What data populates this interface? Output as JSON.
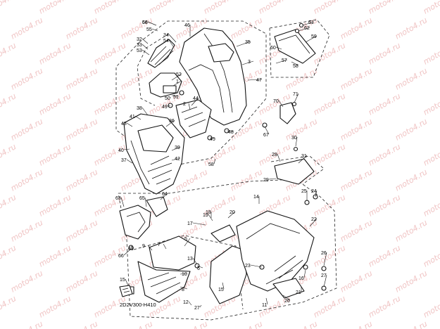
{
  "diagram": {
    "code": "2D2V300-H410",
    "watermark": "moto4.ru",
    "callouts": [
      "56",
      "55",
      "46",
      "34",
      "54",
      "35",
      "32",
      "33",
      "53",
      "52",
      "1",
      "51",
      "50",
      "49",
      "47",
      "3",
      "57",
      "61",
      "62",
      "59",
      "60",
      "58",
      "48",
      "71",
      "70",
      "67",
      "44",
      "2",
      "45",
      "38",
      "41",
      "43",
      "36",
      "39",
      "40",
      "37",
      "42",
      "58",
      "30",
      "28",
      "31",
      "29",
      "25",
      "24",
      "64",
      "63",
      "65",
      "27",
      "26",
      "13",
      "14",
      "18",
      "20",
      "19",
      "17",
      "22",
      "7",
      "9",
      "5",
      "69",
      "10",
      "6",
      "8",
      "11",
      "23",
      "16",
      "15",
      "12",
      "27",
      "26",
      "21",
      "15",
      "66",
      "68"
    ]
  }
}
